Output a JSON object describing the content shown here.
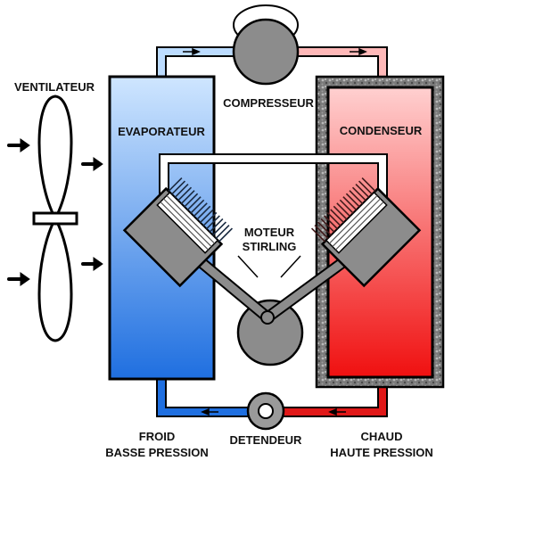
{
  "labels": {
    "ventilateur": "VENTILATEUR",
    "compresseur": "COMPRESSEUR",
    "evaporateur": "EVAPORATEUR",
    "condenseur": "CONDENSEUR",
    "moteur": "MOTEUR",
    "stirling": "STIRLING",
    "detendeur": "DETENDEUR",
    "froid": "FROID",
    "basse_pression": "BASSE PRESSION",
    "chaud": "CHAUD",
    "haute_pression": "HAUTE PRESSION"
  },
  "colors": {
    "cold_dark": "#1f6fe0",
    "cold_light": "#cfe6ff",
    "hot_dark": "#e01818",
    "hot_light": "#ffd0d0",
    "machine_gray": "#8c8c8c",
    "insulation": "#6b6b6b",
    "outline": "#000000"
  },
  "icons": [
    "fan-icon",
    "compressor-icon",
    "expansion-valve-icon",
    "piston-icon",
    "crank-wheel-icon",
    "flow-arrow-icon"
  ]
}
